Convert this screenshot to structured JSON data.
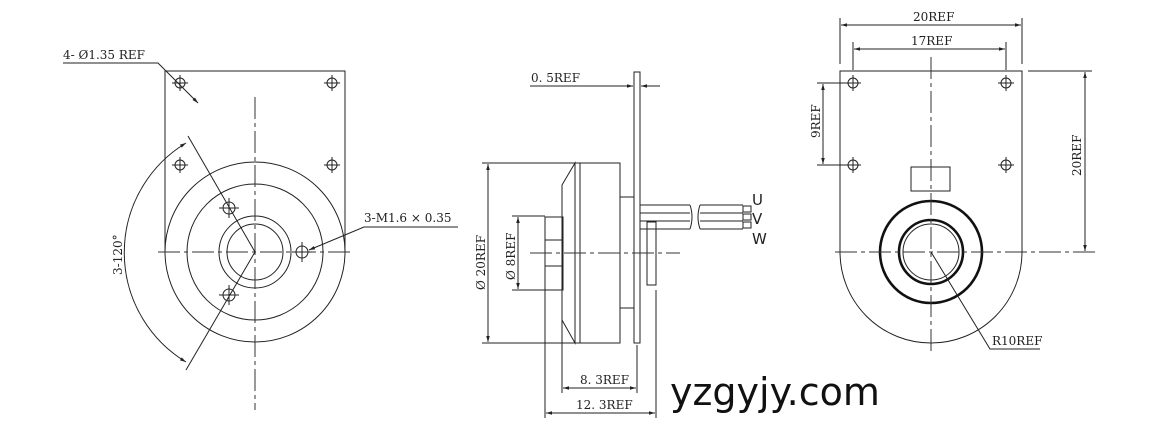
{
  "front_view": {
    "hole_callout": "4- Ø1.35 REF",
    "angle_callout": "3-120°",
    "thread_callout": "3-M1.6 × 0.35"
  },
  "side_view": {
    "plate_thickness": "0. 5REF",
    "body_diameter": "Ø 20REF",
    "shaft_diameter": "Ø 8REF",
    "length_short": "8. 3REF",
    "length_long": "12. 3REF",
    "wire_labels": [
      "U",
      "V",
      "W"
    ]
  },
  "rear_view": {
    "width_outer": "20REF",
    "width_holes": "17REF",
    "hole_spacing": "9REF",
    "height": "20REF",
    "radius": "R10REF"
  },
  "watermark": "yzgyjy.com"
}
